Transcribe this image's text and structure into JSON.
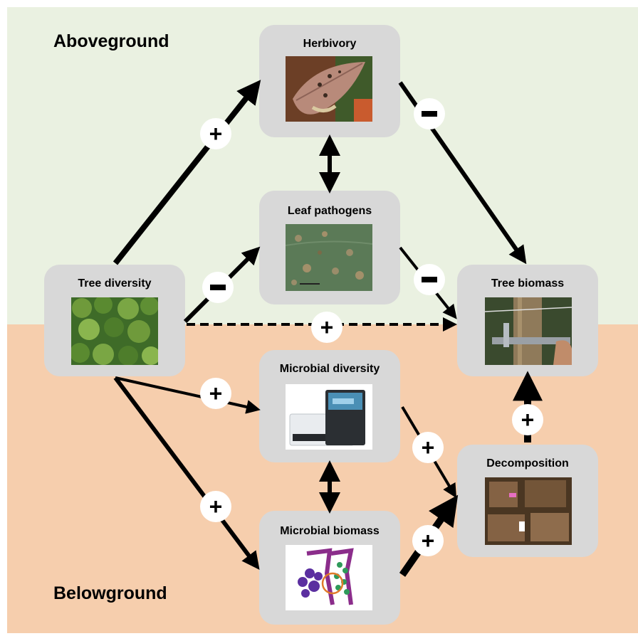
{
  "regions": {
    "above": "Aboveground",
    "below": "Belowground"
  },
  "nodes": {
    "herbivory": "Herbivory",
    "leaf_pathogens": "Leaf pathogens",
    "tree_diversity": "Tree diversity",
    "tree_biomass": "Tree  biomass",
    "microbial_diversity": "Microbial diversity",
    "microbial_biomass": "Microbial biomass",
    "decomposition": "Decomposition"
  },
  "edges": [
    {
      "from": "Tree diversity",
      "to": "Herbivory",
      "sign": "+",
      "style": "solid"
    },
    {
      "from": "Herbivory",
      "to": "Tree  biomass",
      "sign": "−",
      "style": "solid"
    },
    {
      "from": "Herbivory",
      "to": "Leaf pathogens",
      "sign": "",
      "style": "double-headed"
    },
    {
      "from": "Tree diversity",
      "to": "Leaf pathogens",
      "sign": "−",
      "style": "solid"
    },
    {
      "from": "Leaf pathogens",
      "to": "Tree  biomass",
      "sign": "−",
      "style": "solid"
    },
    {
      "from": "Tree diversity",
      "to": "Tree  biomass",
      "sign": "+",
      "style": "dashed"
    },
    {
      "from": "Tree diversity",
      "to": "Microbial diversity",
      "sign": "+",
      "style": "solid"
    },
    {
      "from": "Tree diversity",
      "to": "Microbial biomass",
      "sign": "+",
      "style": "solid"
    },
    {
      "from": "Microbial diversity",
      "to": "Microbial biomass",
      "sign": "",
      "style": "double-headed"
    },
    {
      "from": "Microbial diversity",
      "to": "Decomposition",
      "sign": "+",
      "style": "solid"
    },
    {
      "from": "Microbial biomass",
      "to": "Decomposition",
      "sign": "+",
      "style": "solid"
    },
    {
      "from": "Decomposition",
      "to": "Tree  biomass",
      "sign": "+",
      "style": "solid"
    }
  ],
  "colors": {
    "aboveground_bg": "#eaf1e1",
    "belowground_bg": "#f6cead",
    "node_bg": "#d8d8d8",
    "arrow": "#000000",
    "sign_badge": "#ffffff"
  }
}
